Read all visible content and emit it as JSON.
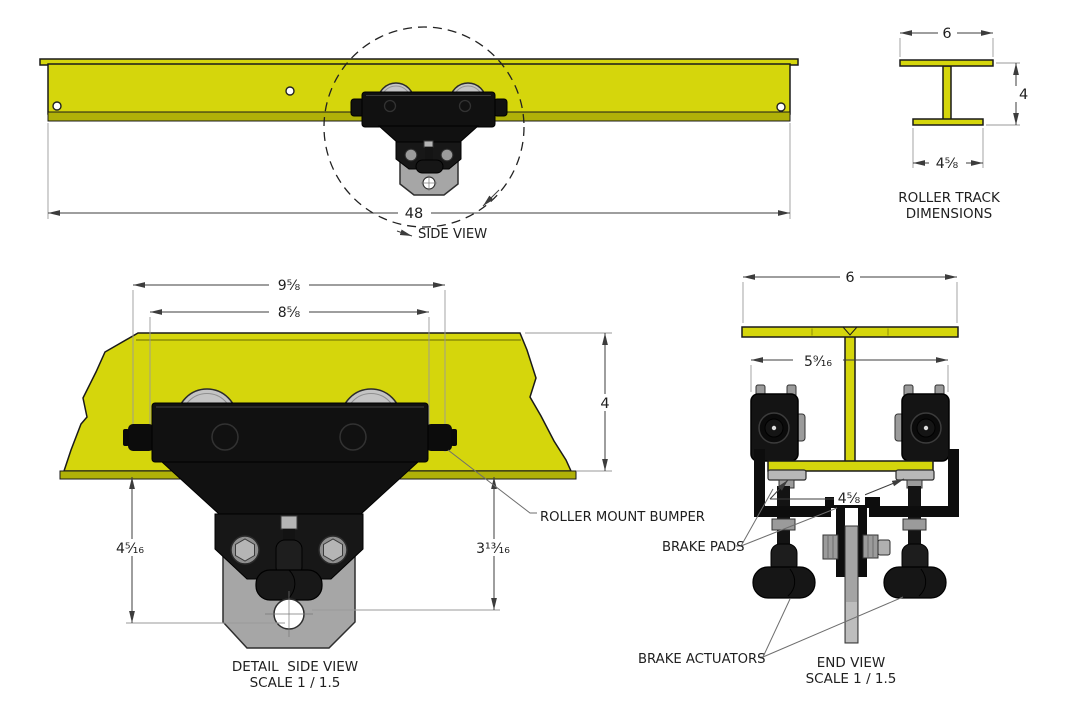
{
  "drawing_title": "roller-track-trolley-drawing",
  "colors": {
    "rail_yellow": "#d5d60c",
    "rail_yellow_dark": "#b0b108",
    "part_black": "#111111",
    "metal_gray": "#a6a6a6",
    "bolt_gray": "#9b9b9b",
    "dim_line": "#3c3c3c",
    "text": "#1f1f1f",
    "background": "#ffffff"
  },
  "side_view": {
    "label": "SIDE VIEW",
    "dim_length": "48"
  },
  "track_section": {
    "label1": "ROLLER TRACK",
    "label2": "DIMENSIONS",
    "dim_width": "6",
    "dim_height": "4",
    "dim_flange": "4⅝"
  },
  "detail_view": {
    "label1": "DETAIL  SIDE VIEW",
    "label2": "SCALE 1 / 1.5",
    "dim_overall": "9⅝",
    "dim_body": "8⅝",
    "dim_height": "4",
    "dim_drop_left": "4⁵⁄₁₆",
    "dim_drop_right": "3¹³⁄₁₆",
    "callout_bumper": "ROLLER MOUNT BUMPER"
  },
  "end_view": {
    "label1": "END VIEW",
    "label2": "SCALE 1 / 1.5",
    "dim_width": "6",
    "dim_span": "5⁹⁄₁₆",
    "dim_pads": "4⅝",
    "callout_pads": "BRAKE PADS",
    "callout_actuators": "BRAKE ACTUATORS"
  }
}
